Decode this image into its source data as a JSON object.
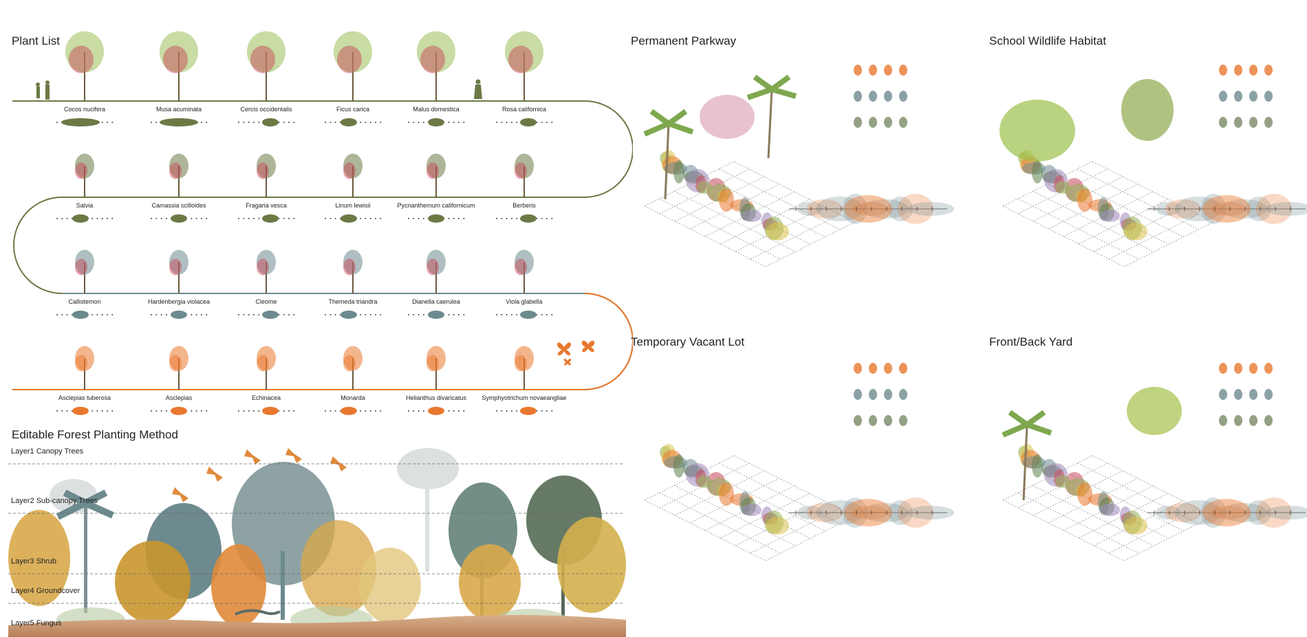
{
  "colors": {
    "olive": "#6b7a45",
    "slate": "#6d8a8e",
    "orange": "#e9782e",
    "gold": "#d9a84a",
    "soil": "#c99a72"
  },
  "plant_list": {
    "title": "Plant List",
    "rows": [
      {
        "color": "olive",
        "plants": [
          "Cocos nucifera",
          "Musa acuminata",
          "Cercis occidentalis",
          "Ficus carica",
          "Malus domestica",
          "Rosa californica"
        ]
      },
      {
        "color": "olive",
        "plants": [
          "Salvia",
          "Camassia scilloides",
          "Fragaria vesca",
          "Linum lewisii",
          "Pycnanthemum californicum",
          "Berberis"
        ]
      },
      {
        "color": "slate",
        "plants": [
          "Callistemon",
          "Hardenbergia violacea",
          "Cleome",
          "Themeda triandra",
          "Dianella caerulea",
          "Viola glabella"
        ]
      },
      {
        "color": "orange",
        "plants": [
          "Asclepias tuberosa",
          "Asclepias",
          "Echinacea",
          "Monarda",
          "Helianthus divaricatus",
          "Symphyotrichum novaeangliae"
        ]
      }
    ]
  },
  "forest_method": {
    "title": "Editable Forest Planting Method",
    "layers": [
      "Layer1 Canopy Trees",
      "Layer2 Sub-canopy Trees",
      "Layer3 Shrub",
      "Layer4 Groundcover",
      "Layer5 Fungus"
    ]
  },
  "scenarios": [
    {
      "title": "Permanent Parkway"
    },
    {
      "title": "School Wildlife Habitat"
    },
    {
      "title": "Temporary Vacant Lot"
    },
    {
      "title": "Front/Back Yard"
    }
  ]
}
